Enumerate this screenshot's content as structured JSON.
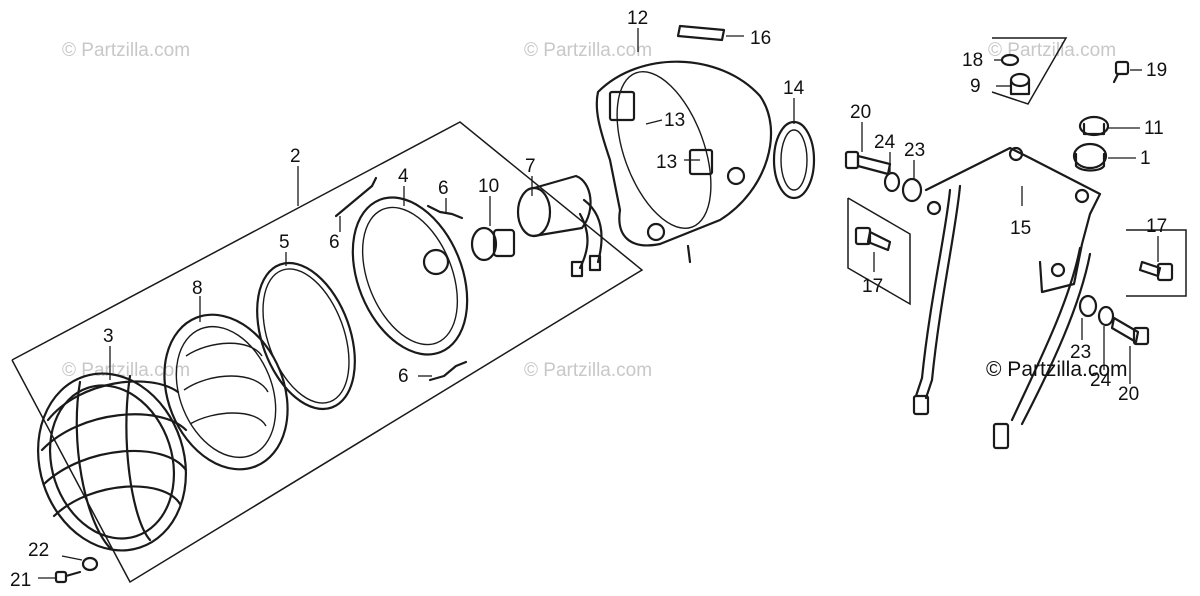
{
  "watermark": "© Partzilla.com",
  "copyright": "© Partzilla.com",
  "callouts": {
    "c1": "1",
    "c2": "2",
    "c3": "3",
    "c4": "4",
    "c5": "5",
    "c6a": "6",
    "c6b": "6",
    "c6c": "6",
    "c7": "7",
    "c8": "8",
    "c9": "9",
    "c10": "10",
    "c11": "11",
    "c12": "12",
    "c13a": "13",
    "c13b": "13",
    "c14": "14",
    "c15": "15",
    "c16": "16",
    "c17a": "17",
    "c17b": "17",
    "c18": "18",
    "c19": "19",
    "c20a": "20",
    "c20b": "20",
    "c21": "21",
    "c22": "22",
    "c23a": "23",
    "c23b": "23",
    "c24a": "24",
    "c24b": "24"
  }
}
